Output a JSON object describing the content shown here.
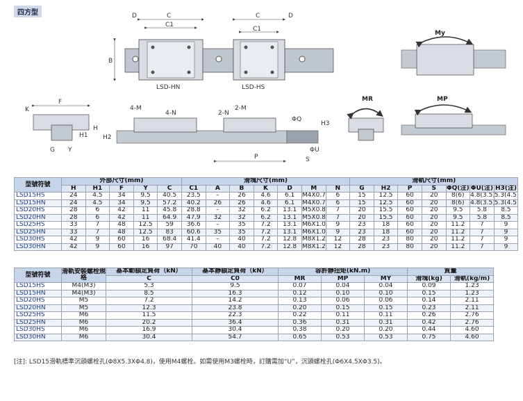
{
  "badge": "四方型",
  "drawing": {
    "top_left": {
      "dims": [
        "D",
        "C",
        "C1",
        "B"
      ],
      "caption": "LSD-HN"
    },
    "top_right": {
      "dims": [
        "C",
        "D",
        "C1"
      ],
      "caption": "LSD-HS"
    },
    "moment_my": "My",
    "moment_mr": "MR",
    "moment_mp": "MP",
    "section_dims": [
      "K",
      "F",
      "H",
      "H1",
      "G",
      "Y"
    ],
    "rail_dims": [
      "4-M",
      "4-N",
      "2-N",
      "2-M",
      "ΦQ",
      "H3",
      "H2",
      "P",
      "ΦU",
      "S"
    ]
  },
  "table1": {
    "model_header": "型號符號",
    "groups": [
      "外部尺寸(mm)",
      "滑塊尺寸(mm)",
      "滑軌尺寸(mm)"
    ],
    "cols": [
      "H",
      "H1",
      "F",
      "Y",
      "C",
      "C1",
      "A",
      "B",
      "K",
      "D",
      "M",
      "N",
      "G",
      "H2",
      "P",
      "S",
      "ΦQ(注)",
      "ΦU(注)",
      "H3(注)"
    ],
    "rows": [
      {
        "model": "LSD15HS",
        "v": [
          "24",
          "4.5",
          "34",
          "9.5",
          "40.5",
          "23.5",
          "–",
          "26",
          "4.6",
          "6.1",
          "M4X0.7",
          "6",
          "15",
          "12.5",
          "60",
          "20",
          "8(6)",
          "4.8(3.5)",
          "5.3(4.5)"
        ]
      },
      {
        "model": "LSD15HN",
        "v": [
          "24",
          "4.5",
          "34",
          "9.5",
          "57.2",
          "40.2",
          "26",
          "26",
          "4.6",
          "6.1",
          "M4X0.7",
          "6",
          "15",
          "12.5",
          "60",
          "20",
          "8(6)",
          "4.8(3.5)",
          "5.3(4.5)"
        ]
      },
      {
        "model": "LSD20HS",
        "v": [
          "28",
          "6",
          "42",
          "11",
          "45.8",
          "28.8",
          "–",
          "32",
          "6.2",
          "13.1",
          "M5X0.8",
          "7",
          "20",
          "15.5",
          "60",
          "20",
          "9.5",
          "5.8",
          "8.5"
        ]
      },
      {
        "model": "LSD20HN",
        "v": [
          "28",
          "6",
          "42",
          "11",
          "64.9",
          "47.9",
          "32",
          "32",
          "6.2",
          "13.1",
          "M5X0.8",
          "7",
          "20",
          "15.5",
          "60",
          "20",
          "9.5",
          "5.8",
          "8.5"
        ]
      },
      {
        "model": "LSD25HS",
        "v": [
          "33",
          "7",
          "48",
          "12.5",
          "59",
          "36.6",
          "–",
          "35",
          "7.2",
          "13.1",
          "M6X1.0",
          "9",
          "23",
          "18",
          "60",
          "20",
          "11.2",
          "7",
          "9"
        ]
      },
      {
        "model": "LSD25HN",
        "v": [
          "33",
          "7",
          "48",
          "12.5",
          "83",
          "60.6",
          "35",
          "35",
          "7.2",
          "13.1",
          "M6X1.0",
          "9",
          "23",
          "18",
          "60",
          "20",
          "11.2",
          "7",
          "9"
        ]
      },
      {
        "model": "LSD30HS",
        "v": [
          "42",
          "9",
          "60",
          "16",
          "68.4",
          "41.4",
          "–",
          "40",
          "7.2",
          "12.8",
          "M8X1.25",
          "12",
          "28",
          "23",
          "80",
          "20",
          "11.2",
          "7",
          "9"
        ]
      },
      {
        "model": "LSD30HN",
        "v": [
          "42",
          "9",
          "60",
          "16",
          "97",
          "70",
          "40",
          "40",
          "7.2",
          "12.8",
          "M8X1.25",
          "12",
          "28",
          "23",
          "80",
          "20",
          "11.2",
          "7",
          "9"
        ]
      }
    ]
  },
  "table2": {
    "model_header": "型號符號",
    "bolt_header": "滑軌安裝螺栓規格",
    "dyn_header": "基本動額定負荷（kN）",
    "dyn_sub": "C",
    "stat_header": "基本靜額定負荷（kN）",
    "stat_sub": "C0",
    "moment_header": "容許靜扭矩(kN.m)",
    "moment_subs": [
      "MR",
      "MP",
      "MY"
    ],
    "mass_header": "質量",
    "mass_subs": [
      "滑塊(kg)",
      "滑軌(kg/m)"
    ],
    "rows": [
      {
        "model": "LSD15HS",
        "v": [
          "M4(M3)",
          "5.3",
          "9.5",
          "0.07",
          "0.04",
          "0.04",
          "0.09",
          "1.23"
        ]
      },
      {
        "model": "LSD15HN",
        "v": [
          "M4(M3)",
          "8.5",
          "16.3",
          "0.12",
          "0.10",
          "0.10",
          "0.15",
          "1.23"
        ]
      },
      {
        "model": "LSD20HS",
        "v": [
          "M5",
          "7.2",
          "14.2",
          "0.13",
          "0.06",
          "0.06",
          "0.14",
          "2.11"
        ]
      },
      {
        "model": "LSD20HN",
        "v": [
          "M5",
          "12.3",
          "23.8",
          "0.20",
          "0.15",
          "0.15",
          "0.23",
          "2.11"
        ]
      },
      {
        "model": "LSD25HS",
        "v": [
          "M6",
          "11.5",
          "22.3",
          "0.22",
          "0.11",
          "0.11",
          "0.26",
          "2.76"
        ]
      },
      {
        "model": "LSD25HN",
        "v": [
          "M6",
          "20.2",
          "36.4",
          "0.36",
          "0.31",
          "0.31",
          "0.42",
          "2.76"
        ]
      },
      {
        "model": "LSD30HS",
        "v": [
          "M6",
          "16.9",
          "30.4",
          "0.38",
          "0.20",
          "0.20",
          "0.44",
          "4.60"
        ]
      },
      {
        "model": "LSD30HN",
        "v": [
          "M6",
          "30.4",
          "54.7",
          "0.65",
          "0.53",
          "0.53",
          "0.75",
          "4.60"
        ]
      }
    ]
  },
  "note": "[注]: LSD15滑軌標準沉頭螺栓孔(Φ8X5.3XΦ4.8)，使用M4螺栓。如需使用M3螺栓時，訂購需加“U”，沉頭螺栓孔(Φ6X4.5XΦ3.5)。"
}
